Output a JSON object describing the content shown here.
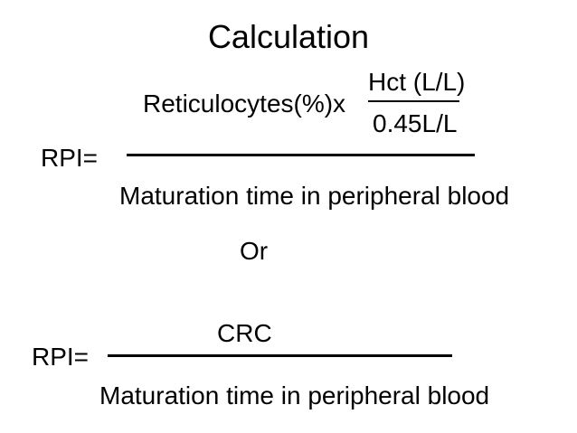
{
  "slide": {
    "title": "Calculation",
    "formula_top": {
      "lhs": "RPI=",
      "numerator_prefix": "Reticulocytes(%)x",
      "inner_fraction": {
        "numerator": "Hct (L/L)",
        "denominator": "0.45L/L"
      },
      "denominator": "Maturation time in peripheral blood"
    },
    "separator": "Or",
    "formula_bottom": {
      "lhs": "RPI=",
      "numerator": "CRC",
      "denominator": "Maturation time in peripheral blood"
    },
    "colors": {
      "background": "#ffffff",
      "text": "#000000"
    }
  }
}
